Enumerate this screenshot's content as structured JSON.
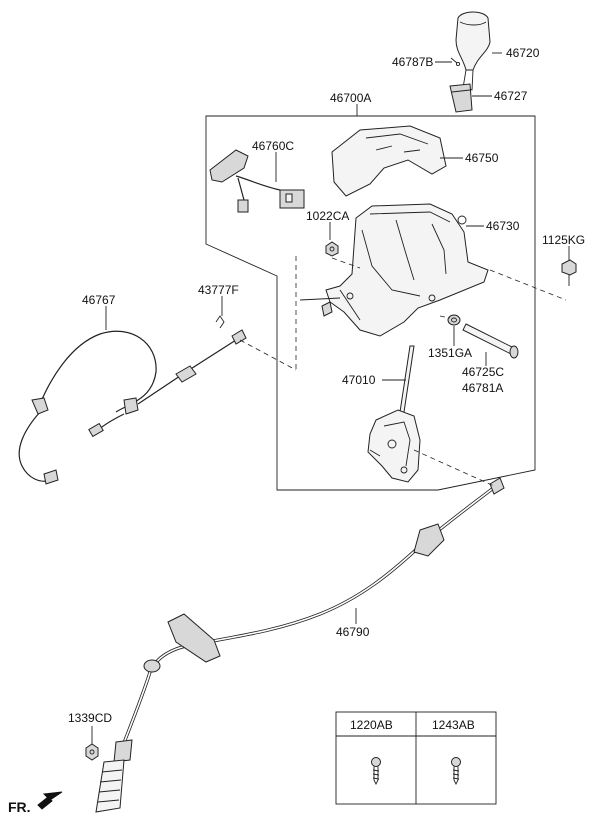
{
  "parts": {
    "knob": "46720",
    "knob_pin": "46787B",
    "knob_boot": "46727",
    "shift_lever_assy": "46700A",
    "indicator_harness": "46760C",
    "indicator_cover": "46750",
    "nut_1022": "1022CA",
    "lever_body": "46730",
    "bolt_1125": "1125KG",
    "wire_harness": "46767",
    "clip_43777": "43777F",
    "nut_1351": "1351GA",
    "bolt_46725": "46725C",
    "washer_46781": "46781A",
    "lock_cable": "47010",
    "shift_cable": "46790",
    "bolt_1339": "1339CD"
  },
  "legend": {
    "col1": "1220AB",
    "col2": "1243AB"
  },
  "direction": "FR."
}
